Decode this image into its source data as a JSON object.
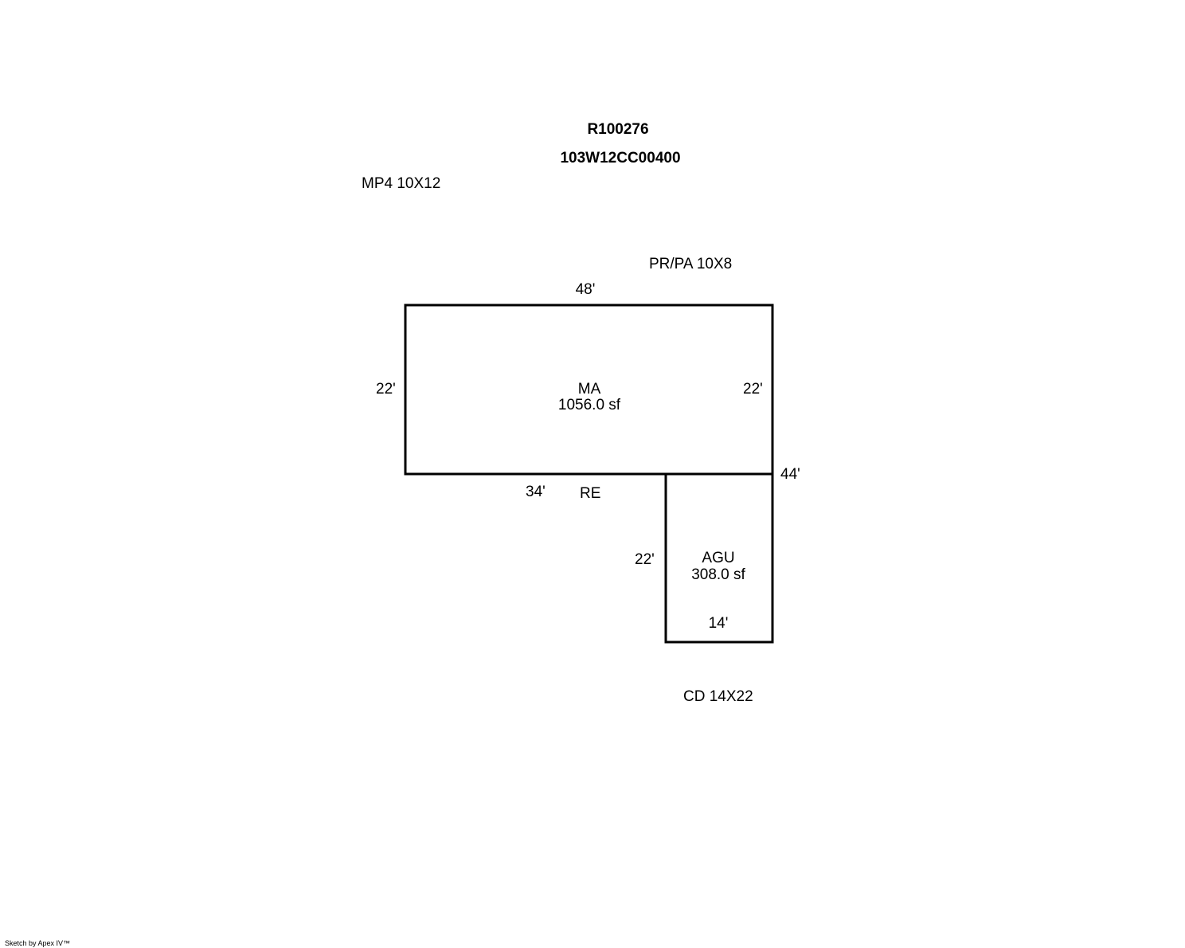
{
  "header": {
    "parcel_id": "R100276",
    "map_number": "103W12CC00400"
  },
  "outbuildings": {
    "mp4": "MP4 10X12",
    "pr_pa": "PR/PA 10X8",
    "cd": "CD 14X22"
  },
  "areas": {
    "main": {
      "code": "MA",
      "area": "1056.0 sf"
    },
    "garage": {
      "code": "AGU",
      "area": "308.0 sf"
    },
    "re": "RE"
  },
  "dimensions": {
    "ma_top": "48'",
    "ma_left": "22'",
    "ma_right": "22'",
    "ma_bottom": "34'",
    "right_total": "44'",
    "agu_left": "22'",
    "agu_bottom": "14'"
  },
  "footer": "Sketch by Apex IV™"
}
